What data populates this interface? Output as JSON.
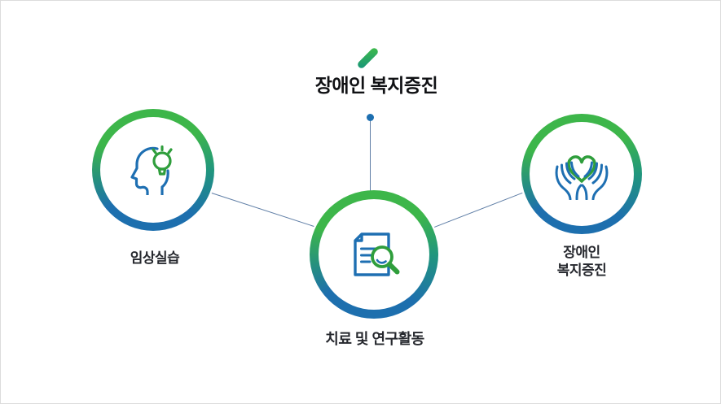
{
  "header": {
    "title": "장애인 복지증진",
    "slash_icon": "green-slash-icon"
  },
  "colors": {
    "ring_green": "#3db64a",
    "ring_blue": "#1d6fae",
    "icon_blue": "#1e6fb2",
    "icon_green": "#2f9e3c",
    "connector_line": "#5f7ea6",
    "dot_blue": "#1d6fb0",
    "label_text": "#26282e",
    "border": "#dcdcdc"
  },
  "diagram": {
    "nodes": [
      {
        "id": "clinical-practice",
        "label": "임상실습",
        "icon": "head-lightbulb-icon"
      },
      {
        "id": "treatment-research",
        "label": "치료 및 연구활동",
        "icon": "document-magnifier-icon"
      },
      {
        "id": "welfare-promotion",
        "label": "장애인 복지증진",
        "label_lines": [
          "장애인",
          "복지증진"
        ],
        "icon": "hands-heart-icon"
      }
    ]
  }
}
